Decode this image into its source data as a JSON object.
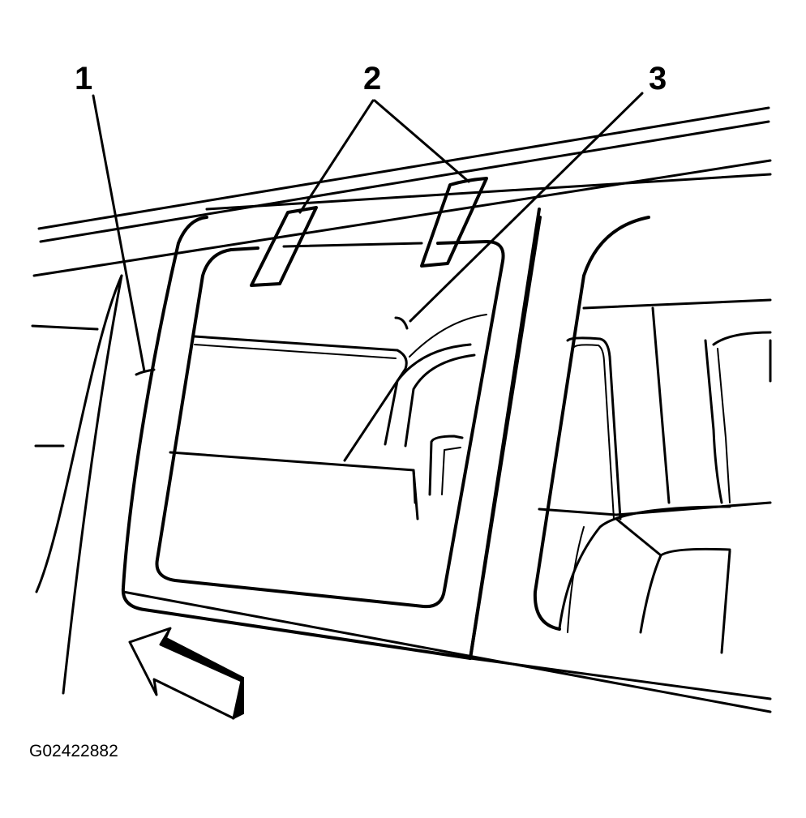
{
  "callouts": {
    "one": "1",
    "two": "2",
    "three": "3"
  },
  "figure_code": "G02422882"
}
